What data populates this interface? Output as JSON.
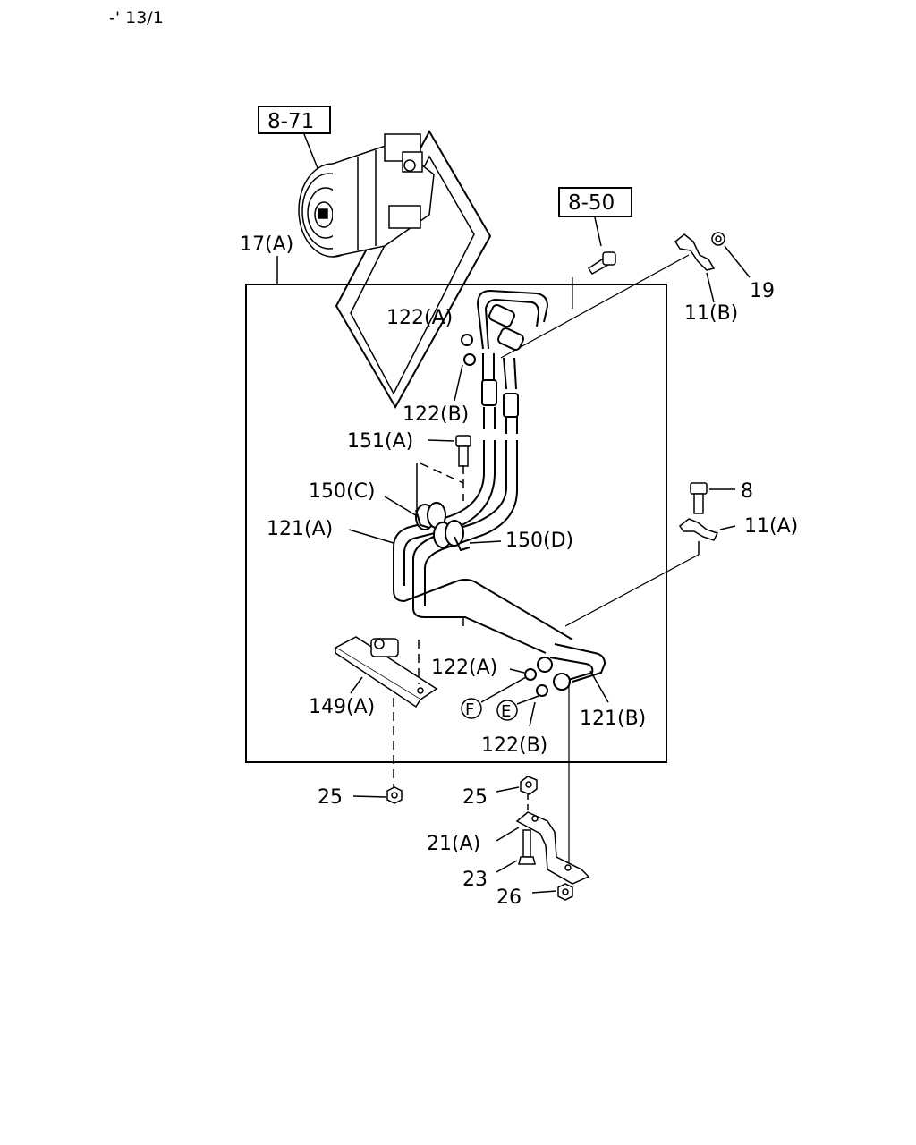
{
  "page_ref": "-' 13/1",
  "diagram": {
    "refs": {
      "compressor": "8-71",
      "bolt_group": "8-50"
    },
    "labels": {
      "l17a": "17(A)",
      "l19": "19",
      "l11b": "11(B)",
      "l122a_top": "122(A)",
      "l122b_top": "122(B)",
      "l151a": "151(A)",
      "l150c": "150(C)",
      "l121a": "121(A)",
      "l150d": "150(D)",
      "l8": "8",
      "l11a": "11(A)",
      "l122a_bot": "122(A)",
      "l121b": "121(B)",
      "l149a": "149(A)",
      "l122b_bot": "122(B)",
      "l25_left": "25",
      "l25_right": "25",
      "l21a": "21(A)",
      "l23": "23",
      "l26": "26",
      "circle_f": "F",
      "circle_e": "E"
    }
  }
}
